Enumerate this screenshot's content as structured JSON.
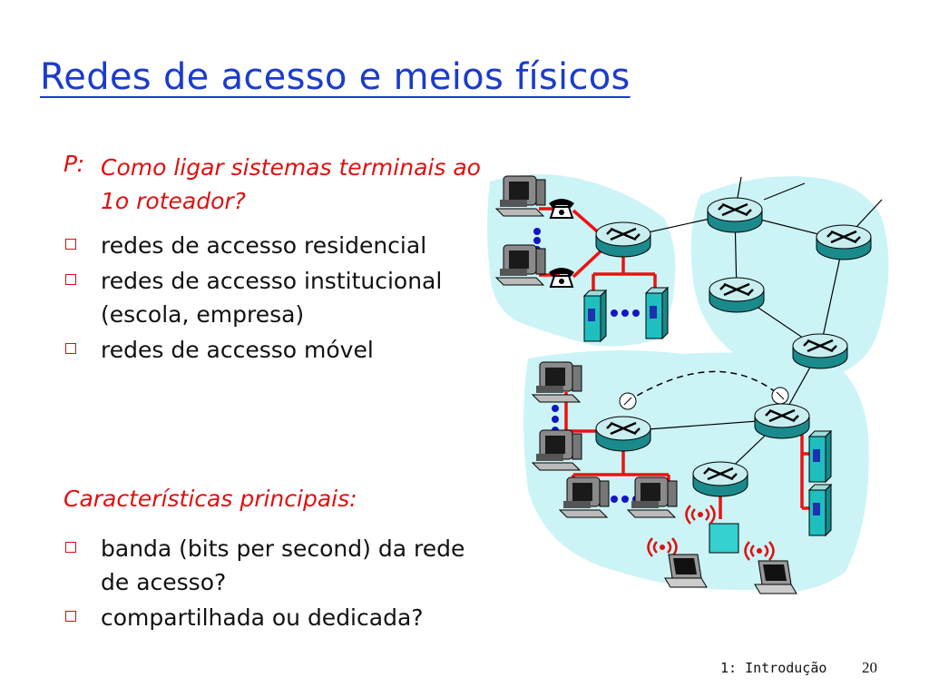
{
  "slide": {
    "title": "Redes de acesso e meios físicos",
    "question_label": "P:",
    "question_text": "Como ligar sistemas terminais ao 1o roteador?",
    "bullets": [
      "redes de accesso residencial",
      "redes de accesso institucional (escola, empresa)",
      "redes de accesso móvel"
    ],
    "subheading": "Características principais:",
    "sub_bullets": [
      "banda (bits per second) da rede de acesso?",
      "compartilhada ou dedicada?"
    ]
  },
  "footer": {
    "chapter": "1: Introdução",
    "page": "20"
  },
  "colors": {
    "title": "#1a3ccc",
    "accent_red": "#e01010",
    "cloud": "#ccf4f6",
    "router": "#2aa6a8",
    "server": "#1fbfbf",
    "link_red": "#ee1111",
    "dots_blue": "#1515c8"
  }
}
